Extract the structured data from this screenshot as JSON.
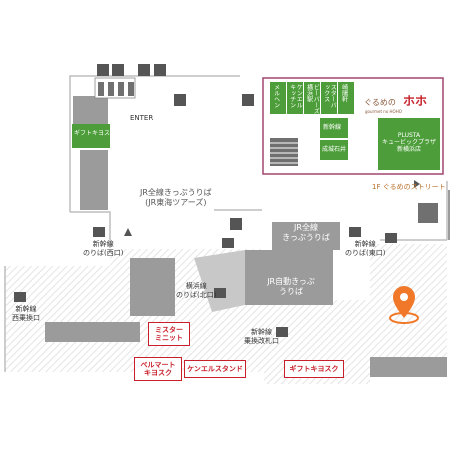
{
  "colors": {
    "green": "#4d9e3a",
    "dark_gray": "#9b9b9b",
    "red": "#c8202a",
    "orange_pin": "#f07828",
    "stair_gray": "#707070",
    "hatch": "#dcdcdc",
    "gourmet_border": "#a0476e",
    "gourmet_brown": "#8a5a3c"
  },
  "labels": {
    "enter": "ENTER",
    "gift_kiosk_shin": "ギフトキヨスク新横浜",
    "jr_zensen_ticket_jrcentral": "JR全線きっぷうりば\n(JR東海ツアーズ)",
    "jr_zensen_ticket": "JR全線\nきっぷうりば",
    "jr_auto_ticket": "JR自動きっぷ\nうりば",
    "shinkansen_nishiguchi": "新幹線\nのりば(西口)",
    "shinkansen_higashiguchi": "新幹線\nのりば(東口)",
    "shinkansen_west_transfer": "新幹線\n西乗換口",
    "shinkansen_transfer": "新幹線\n乗換改札口",
    "yokohama_line": "横浜線\nのりば(北口)",
    "gourmet_street": "1F ぐるめのストリート",
    "gourmet_logo_a": "ぐるめの",
    "gourmet_logo_b": "ホホ",
    "gourmet_logo_sub": "gourmet no HOHO",
    "plusta": "PLUSTA\nキュービックプラザ\n新横浜店",
    "shop_kiosk_new": "新幹線",
    "shop_seijo": "成城石井",
    "mister_minit": "ミスター\nミニット",
    "bellmart": "ベルマート\nキヨスク",
    "ken_l_stand": "ケンエルスタンド",
    "gift_kiosk": "ギフトキヨスク",
    "green_shops": [
      "メルヘン",
      "ケンエル\nキッチン",
      "ビーバーズ\n横浜駅",
      "スターバックス",
      "崎陽軒"
    ]
  }
}
